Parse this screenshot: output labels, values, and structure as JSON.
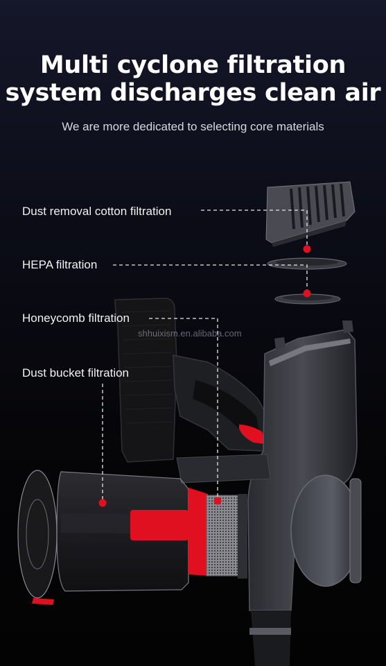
{
  "header": {
    "title_line1": "Multi cyclone filtration",
    "title_line2": "system discharges clean air",
    "subtitle": "We are more dedicated to selecting core materials"
  },
  "callouts": [
    {
      "label": "Dust removal cotton filtration"
    },
    {
      "label": "HEPA filtration"
    },
    {
      "label": "Honeycomb filtration"
    },
    {
      "label": "Dust bucket filtration"
    }
  ],
  "watermark": "shhuixism.en.alibaba.com",
  "colors": {
    "accent_red": "#e01020",
    "background": "#050507",
    "body_gray": "#3a3b40"
  }
}
